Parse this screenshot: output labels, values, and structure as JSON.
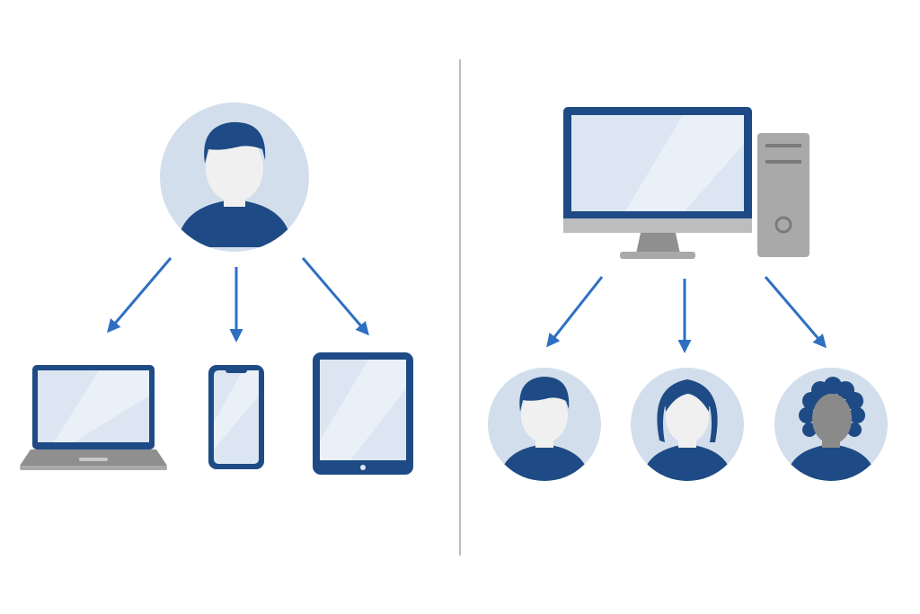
{
  "colors": {
    "background": "#ffffff",
    "navy": "#1e4b85",
    "arrow": "#2e6fc2",
    "circle_bg": "#d3deec",
    "screen": "#dce6f2",
    "screen_highlight": "#e9f0f8",
    "face": "#f0f0f0",
    "face_dark": "#8a8a8a",
    "divider": "#bdbdbd",
    "gray_light": "#c8c8c8",
    "gray_mid": "#a9a9a9",
    "gray_dark": "#8f8f8f"
  },
  "left_panel": {
    "source": {
      "kind": "person",
      "icon": "user-icon"
    },
    "targets": [
      {
        "kind": "device",
        "icon": "laptop-icon"
      },
      {
        "kind": "device",
        "icon": "smartphone-icon"
      },
      {
        "kind": "device",
        "icon": "tablet-icon"
      }
    ]
  },
  "right_panel": {
    "source": {
      "kind": "device",
      "icon": "desktop-computer-icon"
    },
    "targets": [
      {
        "kind": "person",
        "icon": "user-short-hair-icon"
      },
      {
        "kind": "person",
        "icon": "user-long-hair-icon"
      },
      {
        "kind": "person",
        "icon": "user-curly-hair-icon"
      }
    ]
  },
  "edges": [
    {
      "panel": "left",
      "from": "source",
      "to": "target-1"
    },
    {
      "panel": "left",
      "from": "source",
      "to": "target-2"
    },
    {
      "panel": "left",
      "from": "source",
      "to": "target-3"
    },
    {
      "panel": "right",
      "from": "source",
      "to": "target-1"
    },
    {
      "panel": "right",
      "from": "source",
      "to": "target-2"
    },
    {
      "panel": "right",
      "from": "source",
      "to": "target-3"
    }
  ]
}
